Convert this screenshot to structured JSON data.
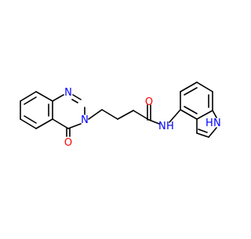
{
  "molecule": {
    "atoms": {
      "n_quin_top": "N",
      "n_quin_bottom": "N",
      "o_carbonyl_ring": "O",
      "o_amide": "O",
      "n_amide": "N",
      "h_amide": "H",
      "n_indole": "N",
      "h_indole": "H"
    }
  },
  "colors": {
    "bond": "#000000",
    "nitrogen": "#0000ff",
    "oxygen": "#ff0000",
    "background": "#ffffff"
  }
}
